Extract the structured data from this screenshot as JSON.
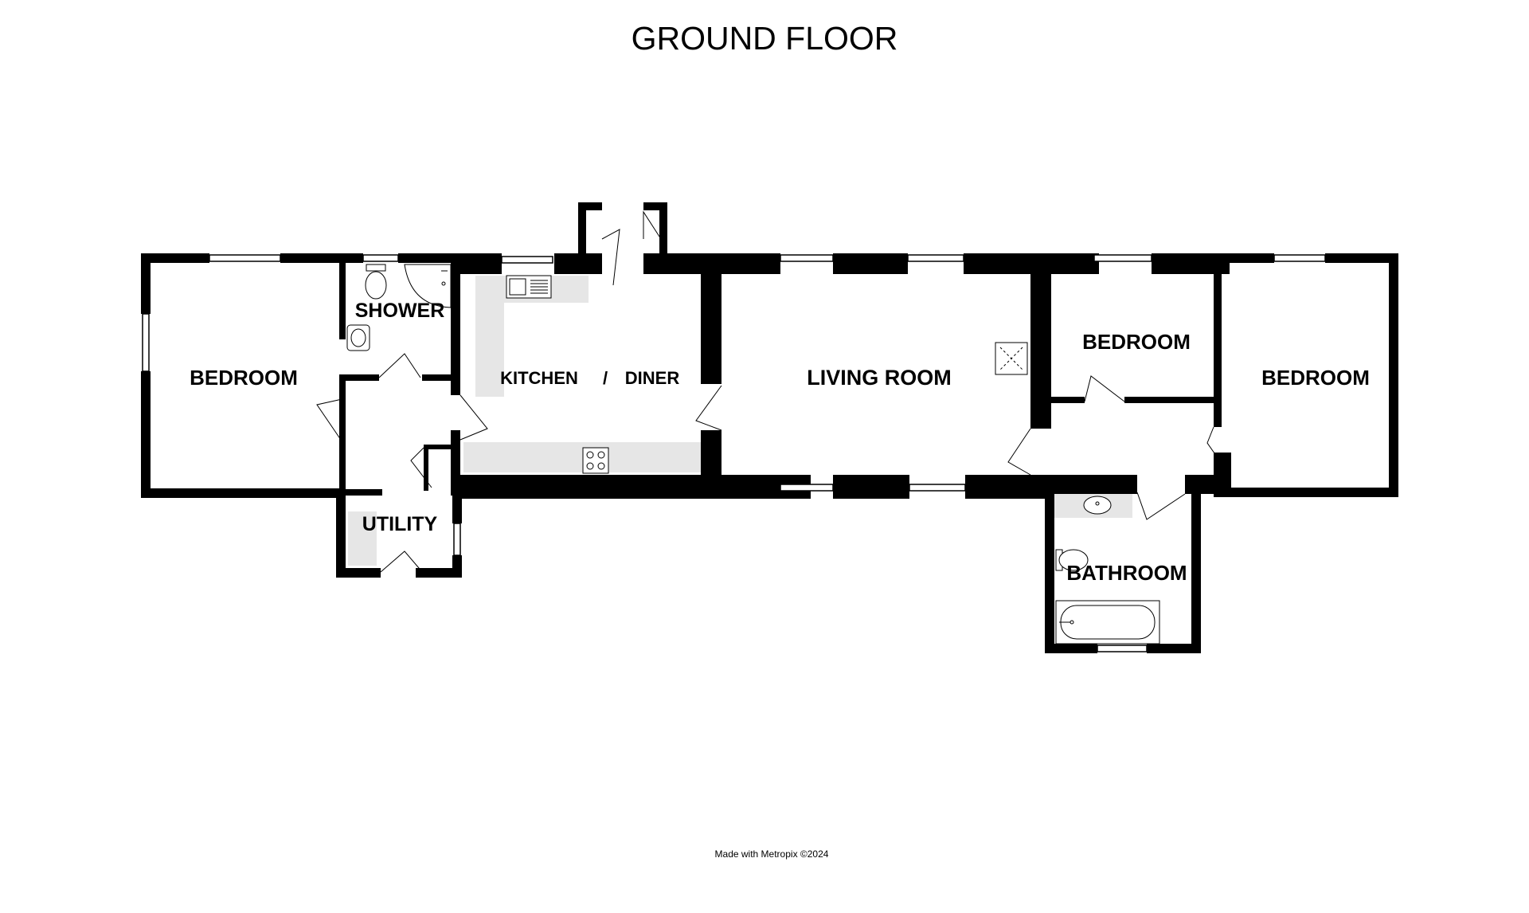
{
  "title": "GROUND FLOOR",
  "rooms": {
    "bedroom_left": "BEDROOM",
    "shower": "SHOWER",
    "utility": "UTILITY",
    "kitchen": "KITCHEN",
    "slash": "/",
    "diner": "DINER",
    "living": "LIVING ROOM",
    "bedroom_middle": "BEDROOM",
    "bedroom_right": "BEDROOM",
    "bathroom": "BATHROOM"
  },
  "credit": "Made with Metropix ©2024"
}
